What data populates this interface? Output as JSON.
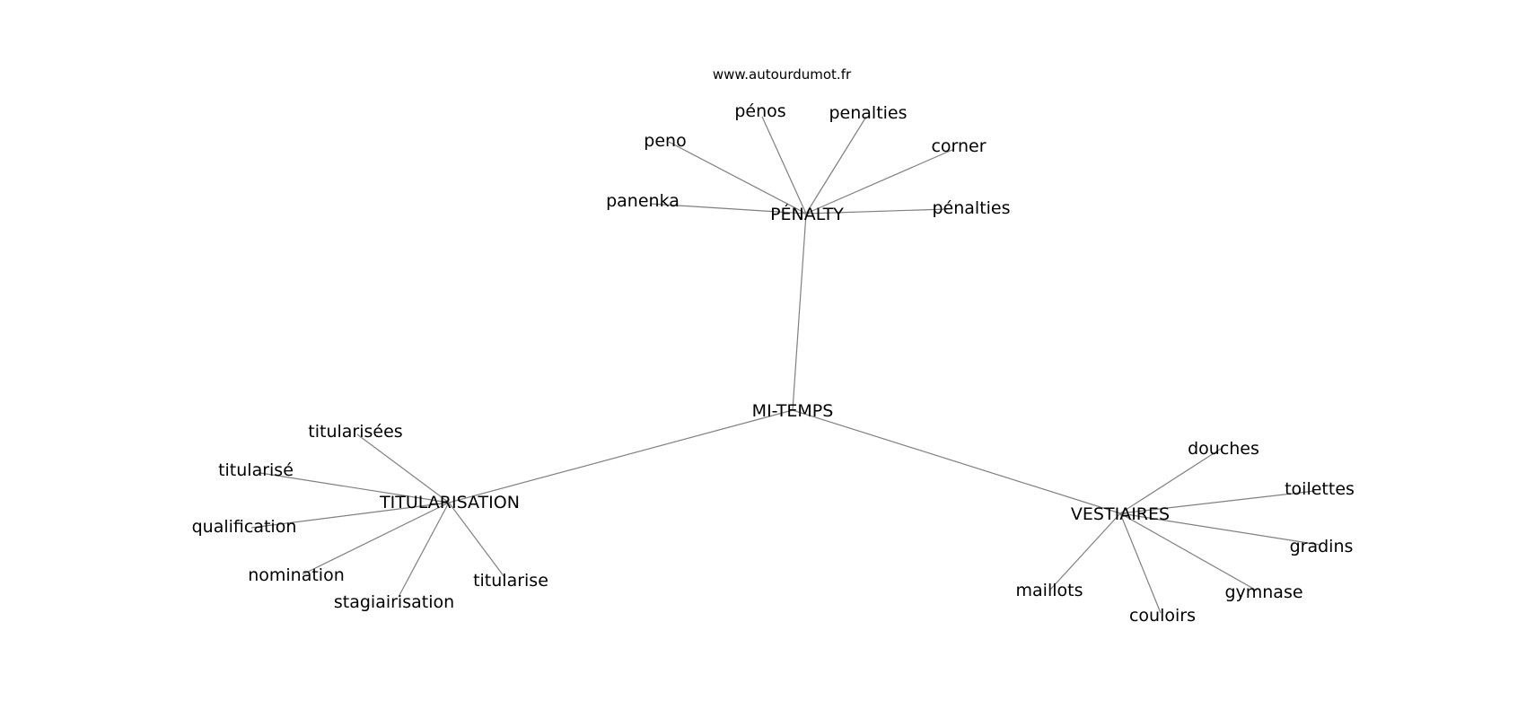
{
  "site": "www.autourdumot.fr",
  "center": "MI-TEMPS",
  "clusters": [
    {
      "hub": "PÉNALTY",
      "words": [
        "peno",
        "pénos",
        "penalties",
        "corner",
        "panenka",
        "pénalties"
      ]
    },
    {
      "hub": "TITULARISATION",
      "words": [
        "titularisées",
        "titularisé",
        "qualification",
        "nomination",
        "stagiairisation",
        "titularise"
      ]
    },
    {
      "hub": "VESTIAIRES",
      "words": [
        "douches",
        "toilettes",
        "gradins",
        "maillots",
        "gymnase",
        "couloirs"
      ]
    }
  ],
  "colors": {
    "edge": "#808080",
    "text": "#000000",
    "background": "#ffffff"
  }
}
